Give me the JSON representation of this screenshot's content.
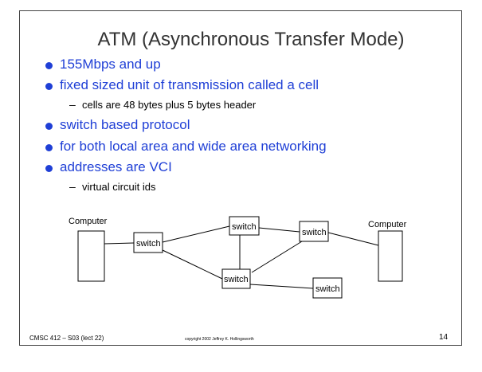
{
  "slide": {
    "title": "ATM (Asynchronous Transfer Mode)",
    "bullets": [
      "155Mbps and up",
      "fixed sized unit of transmission called a cell",
      "switch based protocol",
      "for both local area and wide area networking",
      "addresses are VCI"
    ],
    "subbullets": {
      "cells": "cells are 48 bytes plus 5 bytes header",
      "vci": "virtual circuit ids"
    }
  },
  "diagram": {
    "computer_left": "Computer",
    "computer_right": "Computer",
    "switch_label": "switch"
  },
  "footer": {
    "course": "CMSC 412 – S03 (lect 22)",
    "copyright": "copyright 2002 Jeffrey K. Hollingsworth",
    "page_number": "14"
  }
}
